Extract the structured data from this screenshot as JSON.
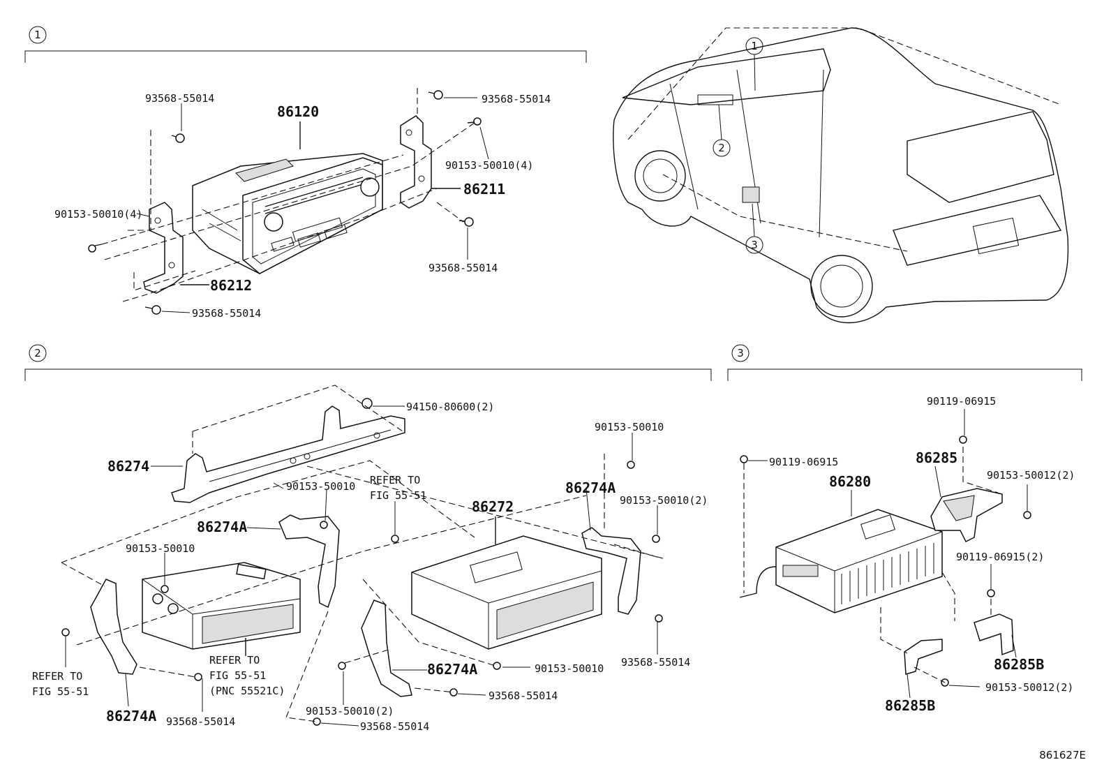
{
  "sections": [
    {
      "id": "1",
      "marker": "①"
    },
    {
      "id": "2",
      "marker": "②"
    },
    {
      "id": "3",
      "marker": "③"
    }
  ],
  "vehicle": {
    "callouts": [
      "1",
      "2",
      "3"
    ]
  },
  "labels": {
    "s1": {
      "l1": "93568-55014",
      "l2": "86120",
      "l3": "93568-55014",
      "l4": "90153-50010(4)",
      "l5": "86211",
      "l6": "90153-50010(4)",
      "l7": "93568-55014",
      "l8": "86212",
      "l9": "93568-55014"
    },
    "s2": {
      "l1": "94150-80600(2)",
      "l2": "90153-50010",
      "l3": "86274",
      "l4": "90153-50010",
      "l5": "REFER TO",
      "l6": "FIG 55-51",
      "l7": "86274A",
      "l8": "90153-50010(2)",
      "l9": "86274A",
      "l10": "86272",
      "l11": "90153-50010",
      "l12": "REFER TO",
      "l13": "FIG 55-51",
      "l14": "REFER TO",
      "l15": "FIG 55-51",
      "l16": "(PNC 55521C)",
      "l17": "86274A",
      "l18": "90153-50010",
      "l19": "93568-55014",
      "l20": "86274A",
      "l21": "93568-55014",
      "l22": "93568-55014",
      "l23": "90153-50010(2)",
      "l24": "93568-55014"
    },
    "s3": {
      "l1": "90119-06915",
      "l2": "90119-06915",
      "l3": "86285",
      "l4": "86280",
      "l5": "90153-50012(2)",
      "l6": "90119-06915(2)",
      "l7": "86285B",
      "l8": "86285B",
      "l9": "90153-50012(2)"
    }
  },
  "figure_id": "861627E"
}
